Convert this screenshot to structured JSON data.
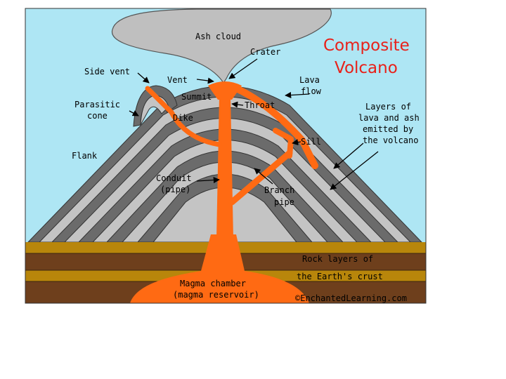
{
  "diagram": {
    "title": [
      "Composite",
      "Volcano"
    ],
    "labels": {
      "ash_cloud": "Ash cloud",
      "crater": "Crater",
      "side_vent": "Side vent",
      "vent": "Vent",
      "summit": "Summit",
      "lava_flow": [
        "Lava",
        "flow"
      ],
      "parasitic_cone": [
        "Parasitic",
        "cone"
      ],
      "throat": "Throat",
      "dike": "Dike",
      "layers": [
        "Layers of",
        "lava and ash",
        "emitted by",
        "the volcano"
      ],
      "sill": "Sill",
      "flank": "Flank",
      "conduit": [
        "Conduit",
        "(pipe)"
      ],
      "branch_pipe": [
        "Branch",
        "pipe"
      ],
      "rock_layers": [
        "Rock layers of",
        "the Earth's crust"
      ],
      "magma_chamber": [
        "Magma chamber",
        "(magma reservoir)"
      ]
    },
    "credit": "©EnchantedLearning.com",
    "colors": {
      "sky": "#aee6f4",
      "ash": "#bfbfbf",
      "layer_dark": "#6b6b6b",
      "layer_light": "#c4c4c4",
      "magma": "#ff6a13",
      "crust_brown": "#6e3f1c",
      "crust_gold": "#b8860b",
      "title_red": "#e8211a"
    }
  }
}
